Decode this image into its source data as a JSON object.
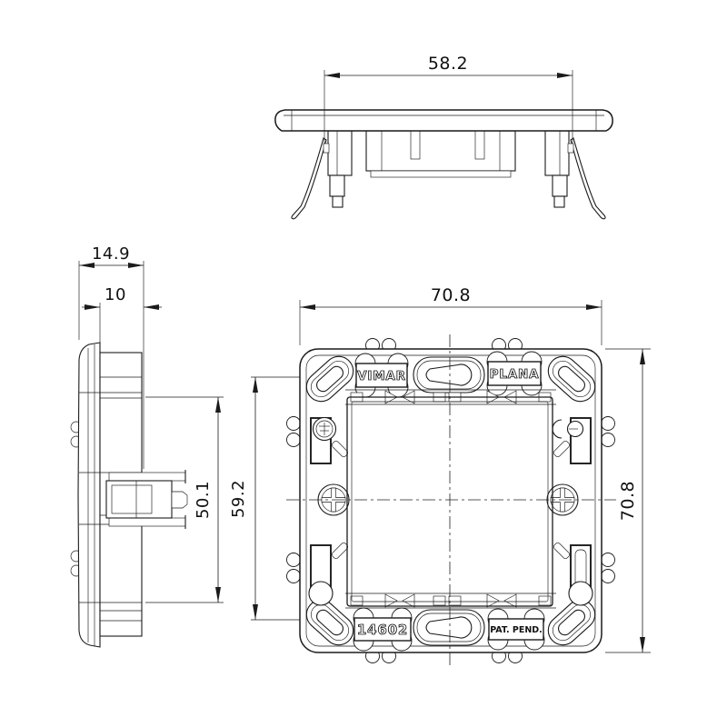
{
  "drawing": {
    "background": "#ffffff",
    "line_color": "#1b1b1b",
    "dimensions": {
      "claw_span": "58.2",
      "depth_total": "14.9",
      "depth_body": "10",
      "window_height": "50.1",
      "fixing_centers": "59.2",
      "overall_width": "70.8",
      "overall_height": "70.8"
    },
    "labels": {
      "brand": "VIMAR",
      "series": "PLANA",
      "part_number": "14602",
      "patent": "PAT. PEND."
    }
  }
}
